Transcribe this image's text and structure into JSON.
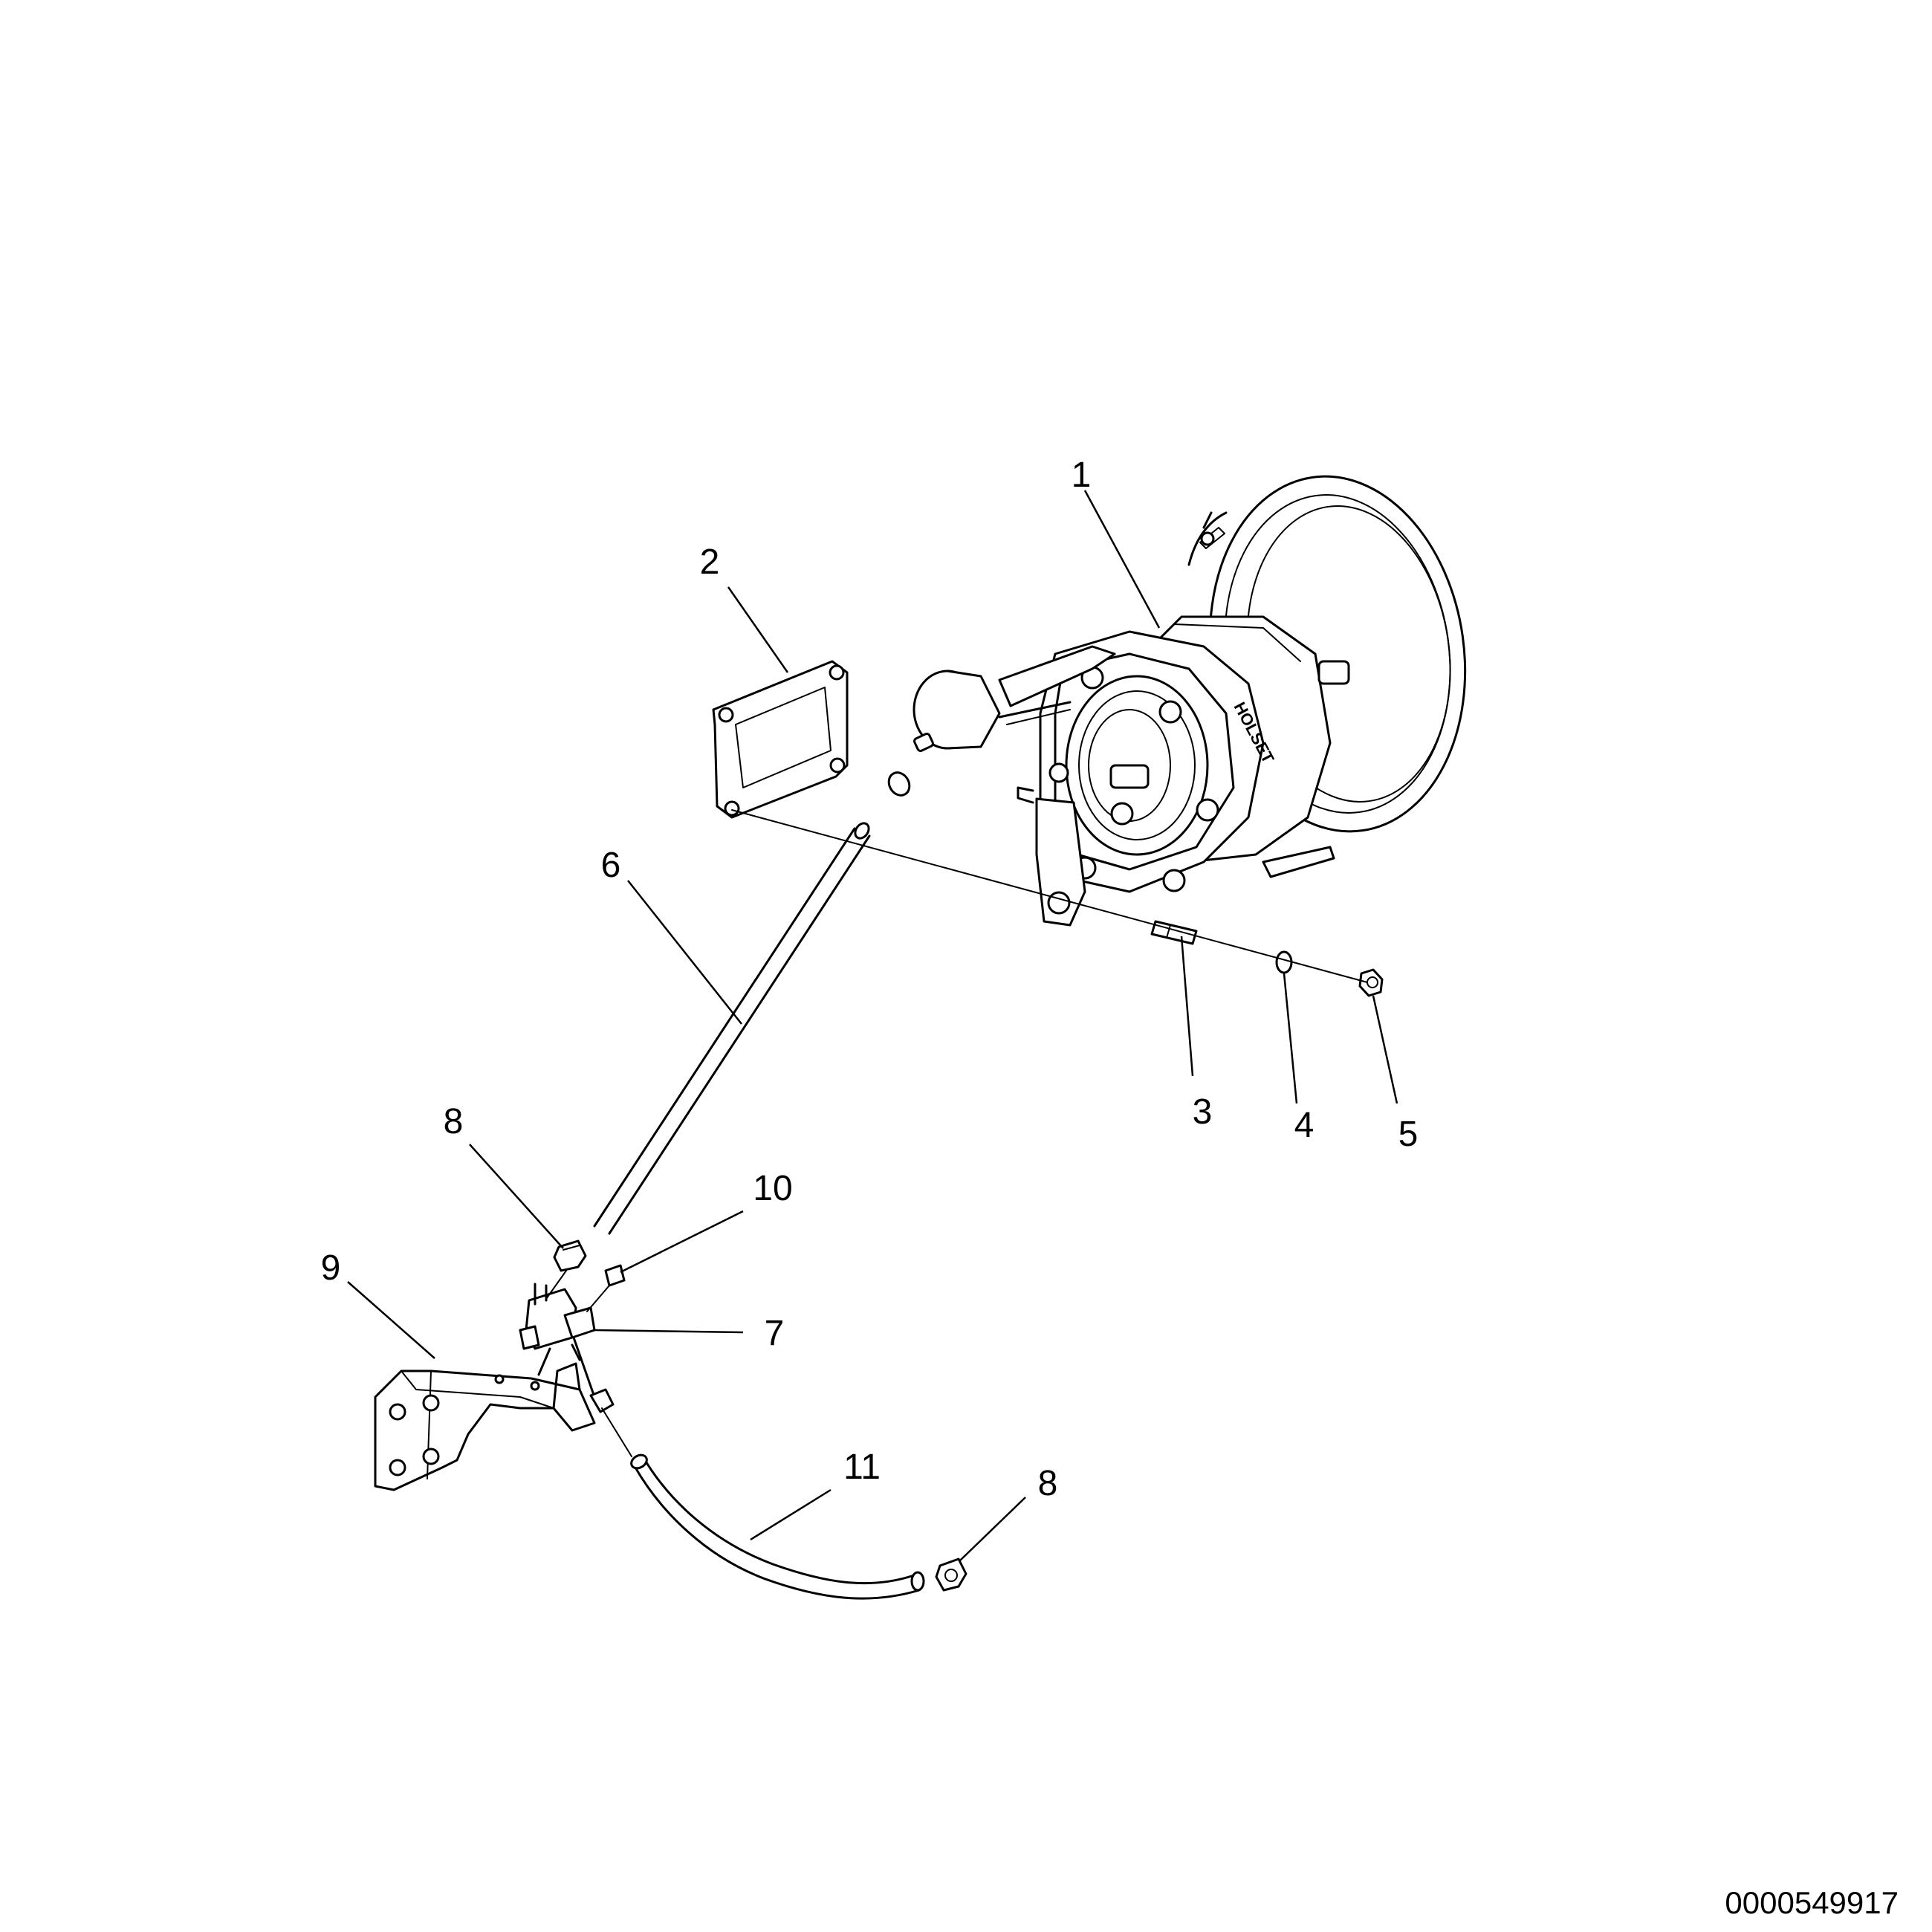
{
  "diagram": {
    "callouts": {
      "c1": "1",
      "c2": "2",
      "c3": "3",
      "c4": "4",
      "c5": "5",
      "c6": "6",
      "c7": "7",
      "c8a": "8",
      "c8b": "8",
      "c9": "9",
      "c10": "10",
      "c11": "11"
    },
    "brand_marking": "HOLSET",
    "document_number": "0000549917"
  }
}
